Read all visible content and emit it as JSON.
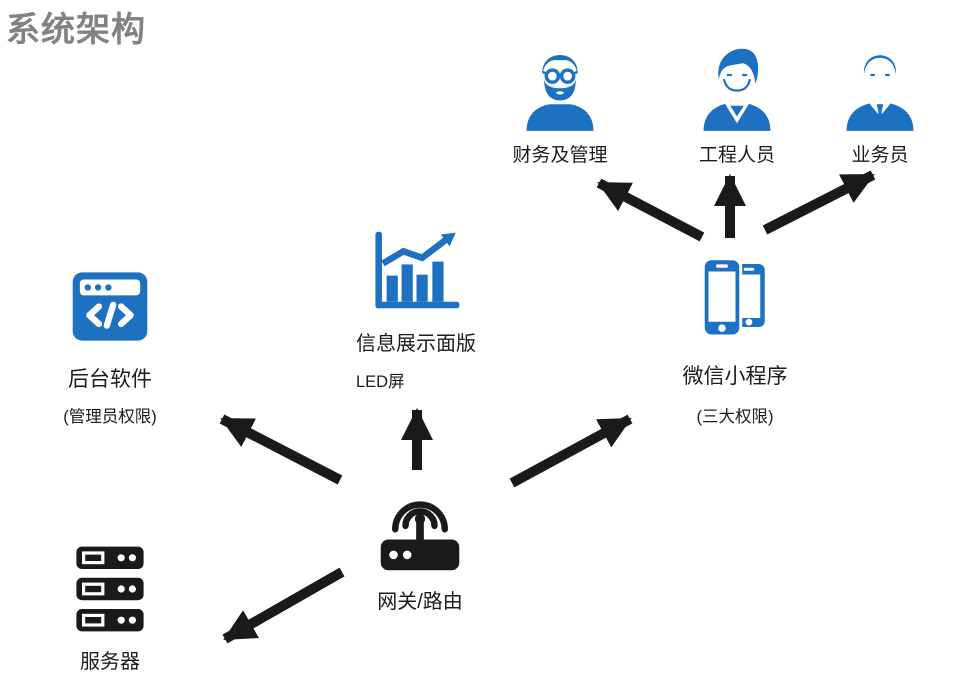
{
  "title": "系统架构",
  "colors": {
    "accent_blue": "#1e70c1",
    "icon_black": "#1a1a1a",
    "title_gray": "#828282"
  },
  "nodes": {
    "finance": {
      "label": "财务及管理",
      "icon": "person-glasses-beard-icon"
    },
    "engineer": {
      "label": "工程人员",
      "icon": "person-headset-icon"
    },
    "sales": {
      "label": "业务员",
      "icon": "person-suit-tie-icon"
    },
    "display": {
      "label": "信息展示面版",
      "sublabel": "LED屏",
      "icon": "bar-chart-trend-icon"
    },
    "backend": {
      "label": "后台软件",
      "sublabel": "(管理员权限)",
      "icon": "code-window-icon"
    },
    "miniprogram": {
      "label": "微信小程序",
      "sublabel": "(三大权限)",
      "icon": "dual-smartphones-icon"
    },
    "server": {
      "label": "服务器",
      "icon": "server-rack-icon"
    },
    "gateway": {
      "label": "网关/路由",
      "icon": "wifi-router-icon"
    }
  },
  "edges": [
    {
      "from": "gateway",
      "to": "backend"
    },
    {
      "from": "gateway",
      "to": "display"
    },
    {
      "from": "gateway",
      "to": "miniprogram"
    },
    {
      "from": "gateway",
      "to": "server"
    },
    {
      "from": "miniprogram",
      "to": "finance"
    },
    {
      "from": "miniprogram",
      "to": "engineer"
    },
    {
      "from": "miniprogram",
      "to": "sales"
    }
  ]
}
